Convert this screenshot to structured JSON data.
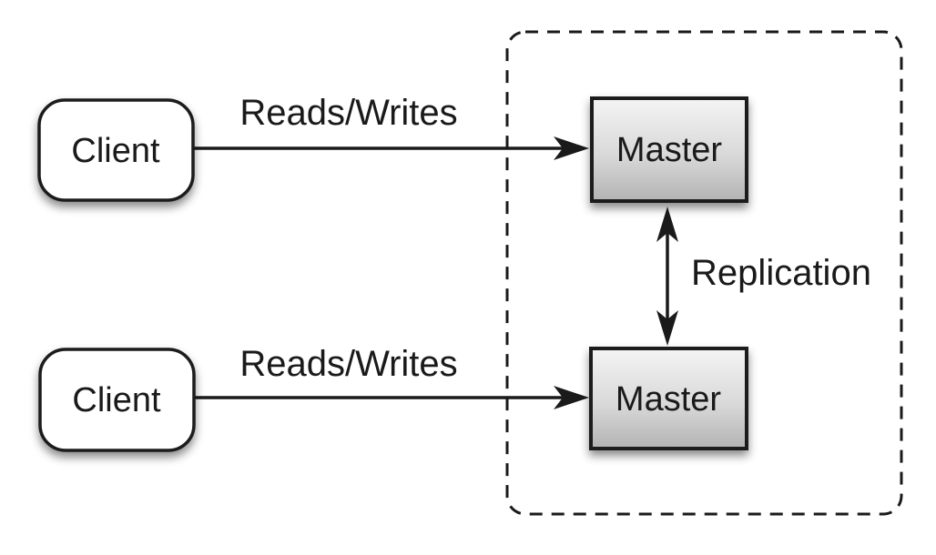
{
  "diagram": {
    "type": "architecture-diagram",
    "topic": "master-master-replication",
    "nodes": {
      "client_top": {
        "label": "Client",
        "shape": "rounded-rect",
        "fill": "#ffffff"
      },
      "client_bottom": {
        "label": "Client",
        "shape": "rounded-rect",
        "fill": "#ffffff"
      },
      "master_top": {
        "label": "Master",
        "shape": "rect",
        "fill": "gradient-gray"
      },
      "master_bottom": {
        "label": "Master",
        "shape": "rect",
        "fill": "gradient-gray"
      }
    },
    "edges": {
      "reads_writes_top": {
        "label": "Reads/Writes",
        "from": "client_top",
        "to": "master_top",
        "direction": "one-way"
      },
      "reads_writes_bottom": {
        "label": "Reads/Writes",
        "from": "client_bottom",
        "to": "master_bottom",
        "direction": "one-way"
      },
      "replication": {
        "label": "Replication",
        "from": "master_top",
        "to": "master_bottom",
        "direction": "two-way"
      }
    },
    "groups": {
      "replication_zone": {
        "style": "dashed-rounded-rect",
        "contains": [
          "master_top",
          "master_bottom"
        ]
      }
    },
    "colors": {
      "background": "#ffffff",
      "stroke": "#1a1a1a",
      "client_fill": "#ffffff",
      "master_fill_top": "#f4f4f4",
      "master_fill_bottom": "#b3b3b3",
      "text": "#1a1a1a"
    }
  }
}
